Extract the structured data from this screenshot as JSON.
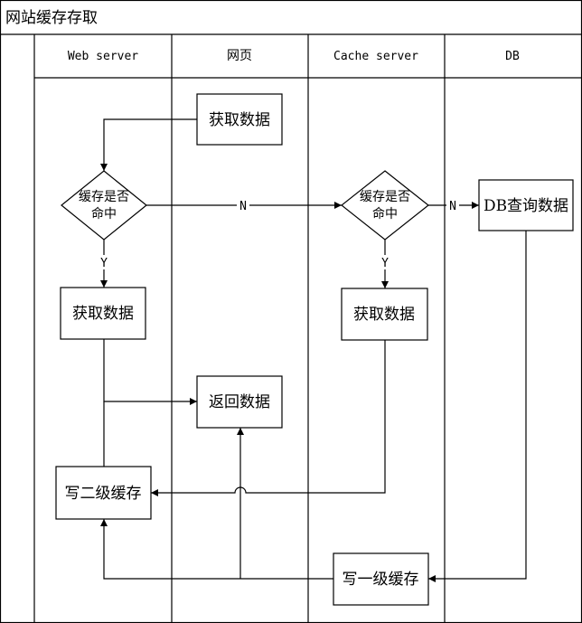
{
  "title": "网站缓存存取",
  "lanes": [
    "Web server",
    "网页",
    "Cache server",
    "DB"
  ],
  "nodes": {
    "get_data_top": "获取数据",
    "web_cache_hit": [
      "缓存是否",
      "命中"
    ],
    "cache_server_hit": [
      "缓存是否",
      "命中"
    ],
    "db_query": "DB查询数据",
    "web_get_data": "获取数据",
    "cache_get_data": "获取数据",
    "return_data": "返回数据",
    "write_l2_cache": "写二级缓存",
    "write_l1_cache": "写一级缓存"
  },
  "edge_labels": {
    "web_miss": "N",
    "cache_miss": "N",
    "web_hit": "Y",
    "cache_hit": "Y"
  }
}
